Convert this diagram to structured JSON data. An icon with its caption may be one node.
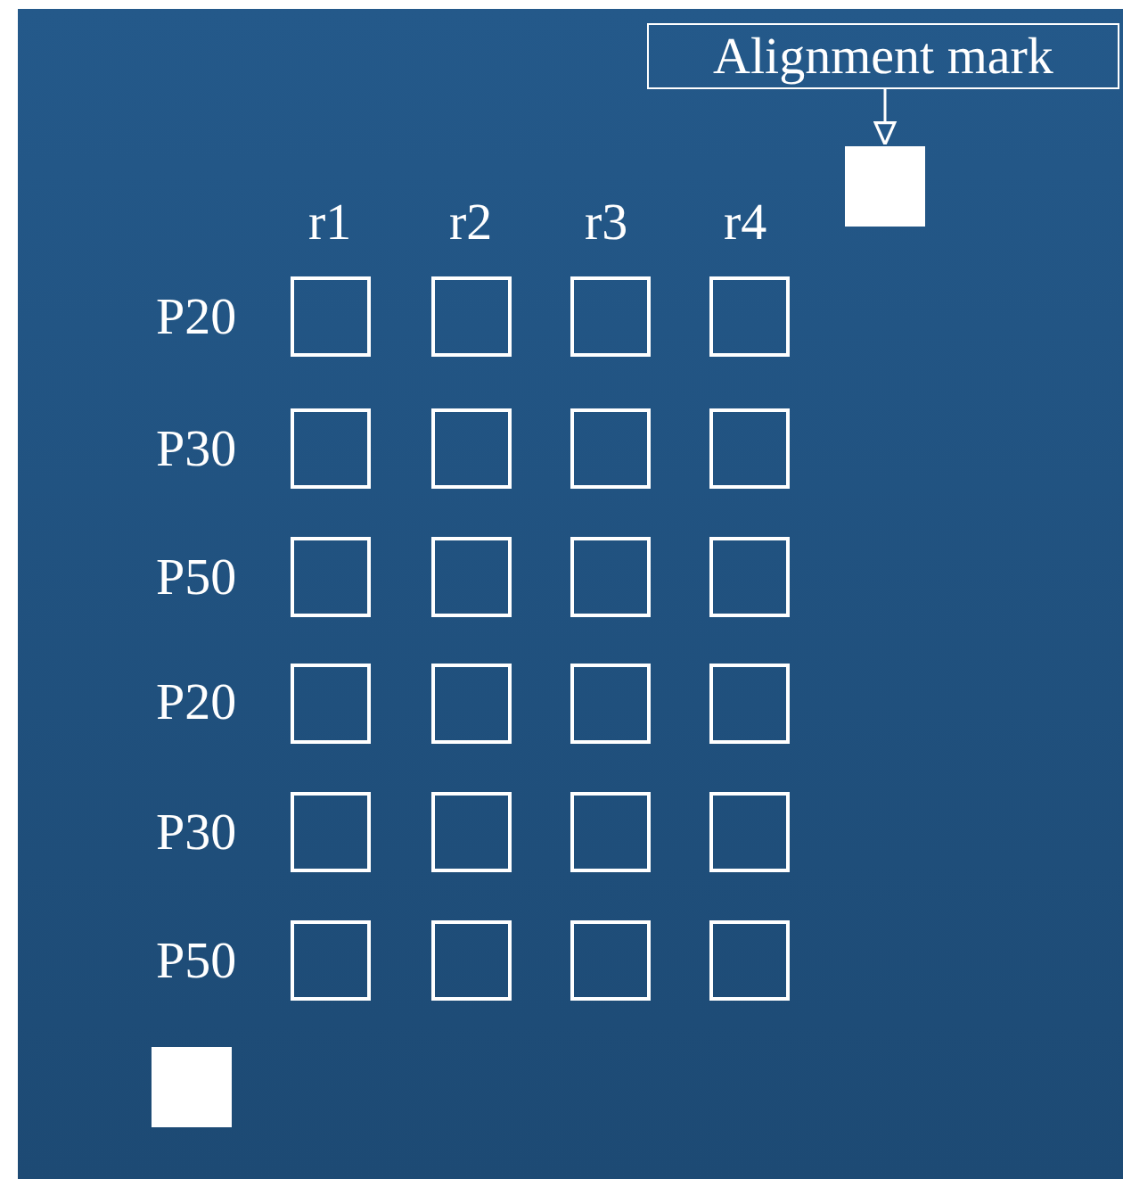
{
  "diagram": {
    "nodes": [
      {
        "text": [
          "Alignment mark"
        ]
      },
      {
        "text": [],
        "shape": "box"
      },
      {
        "text": [],
        "shape": "box"
      },
      {
        "text": [],
        "shape": "box"
      },
      {
        "text": [],
        "shape": "box"
      },
      {
        "text": [],
        "shape": "box"
      },
      {
        "text": [],
        "shape": "box"
      },
      {
        "text": [],
        "shape": "box"
      },
      {
        "text": [],
        "shape": "box"
      },
      {
        "text": [],
        "shape": "box"
      },
      {
        "text": [],
        "shape": "box"
      },
      {
        "text": [],
        "shape": "box"
      },
      {
        "text": [],
        "shape": "box"
      },
      {
        "text": [],
        "shape": "box"
      },
      {
        "text": [],
        "shape": "box"
      },
      {
        "text": [],
        "shape": "box"
      },
      {
        "text": [],
        "shape": "box"
      },
      {
        "text": [],
        "shape": "box"
      },
      {
        "text": [],
        "shape": "box"
      },
      {
        "text": [],
        "shape": "box"
      },
      {
        "text": [],
        "shape": "box"
      },
      {
        "text": [],
        "shape": "box"
      },
      {
        "text": [],
        "shape": "box"
      },
      {
        "text": [],
        "shape": "box"
      },
      {
        "text": [],
        "shape": "box"
      },
      {
        "text": [],
        "shape": "box"
      },
      {
        "text": [],
        "shape": "box"
      }
    ],
    "edges": [
      {
        "from": 0,
        "to": 1,
        "arrow": "to"
      }
    ],
    "labels": [
      "r1",
      "r2",
      "r3",
      "r4",
      "P20",
      "P30",
      "P50",
      "P20",
      "P30",
      "P50"
    ]
  }
}
